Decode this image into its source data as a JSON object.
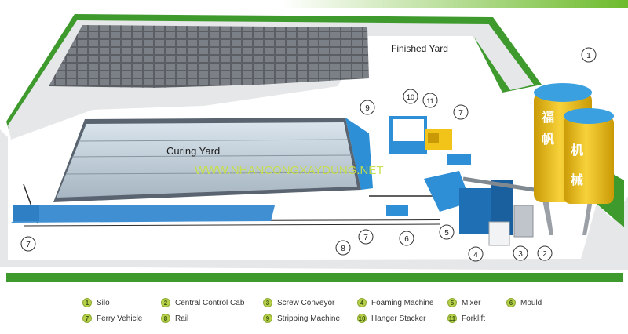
{
  "diagram": {
    "finished_yard_label": "Finished Yard",
    "curing_yard_label": "Curing Yard",
    "watermark": "WWW.NHANCONGXAYDUNG.NET",
    "silo_chars": [
      "福",
      "帆",
      "机",
      "械"
    ],
    "callouts": [
      "1",
      "2",
      "3",
      "4",
      "5",
      "6",
      "7",
      "7",
      "7",
      "8",
      "9",
      "10",
      "11"
    ]
  },
  "legend": [
    {
      "num": "1",
      "label": "Silo"
    },
    {
      "num": "2",
      "label": "Central Control Cab"
    },
    {
      "num": "3",
      "label": "Screw Conveyor"
    },
    {
      "num": "4",
      "label": "Foaming Machine"
    },
    {
      "num": "5",
      "label": "Mixer"
    },
    {
      "num": "6",
      "label": "Mould"
    },
    {
      "num": "7",
      "label": "Ferry Vehicle"
    },
    {
      "num": "8",
      "label": "Rail"
    },
    {
      "num": "9",
      "label": "Stripping Machine"
    },
    {
      "num": "10",
      "label": "Hanger Stacker"
    },
    {
      "num": "11",
      "label": "Forklift"
    }
  ],
  "colors": {
    "grass": "#3f9a2e",
    "floor": "#e6e7e9",
    "block": "#6f7378",
    "machine_blue": "#2f8fd6",
    "silo_yellow": "#f2c318",
    "rail": "#2b2b2b",
    "legend_dot": "#b9d04a"
  }
}
